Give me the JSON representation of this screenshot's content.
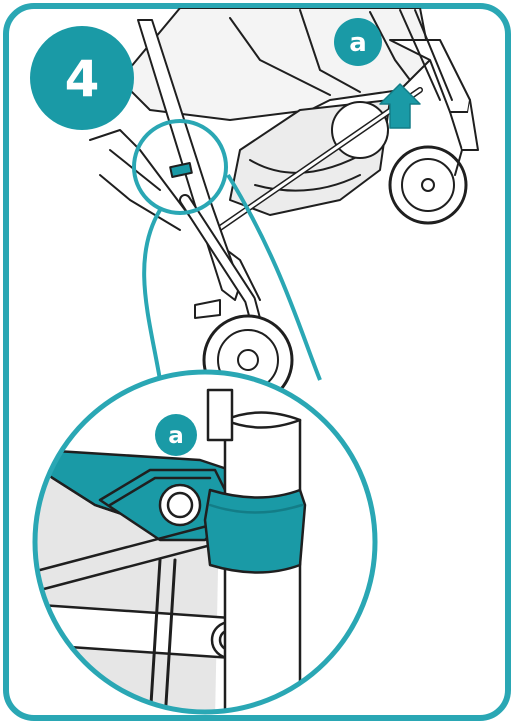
{
  "step": {
    "number": "4"
  },
  "callouts": {
    "top_label": "a",
    "detail_label": "a"
  },
  "colors": {
    "frame": "#2aa7b4",
    "accent": "#1a9aa6",
    "accent_dark": "#137d87",
    "line": "#1f1f1f",
    "fabric": "#f2f2f2",
    "panel": "#e6e6e6"
  },
  "icons": {
    "arrow": "up-arrow-icon"
  }
}
